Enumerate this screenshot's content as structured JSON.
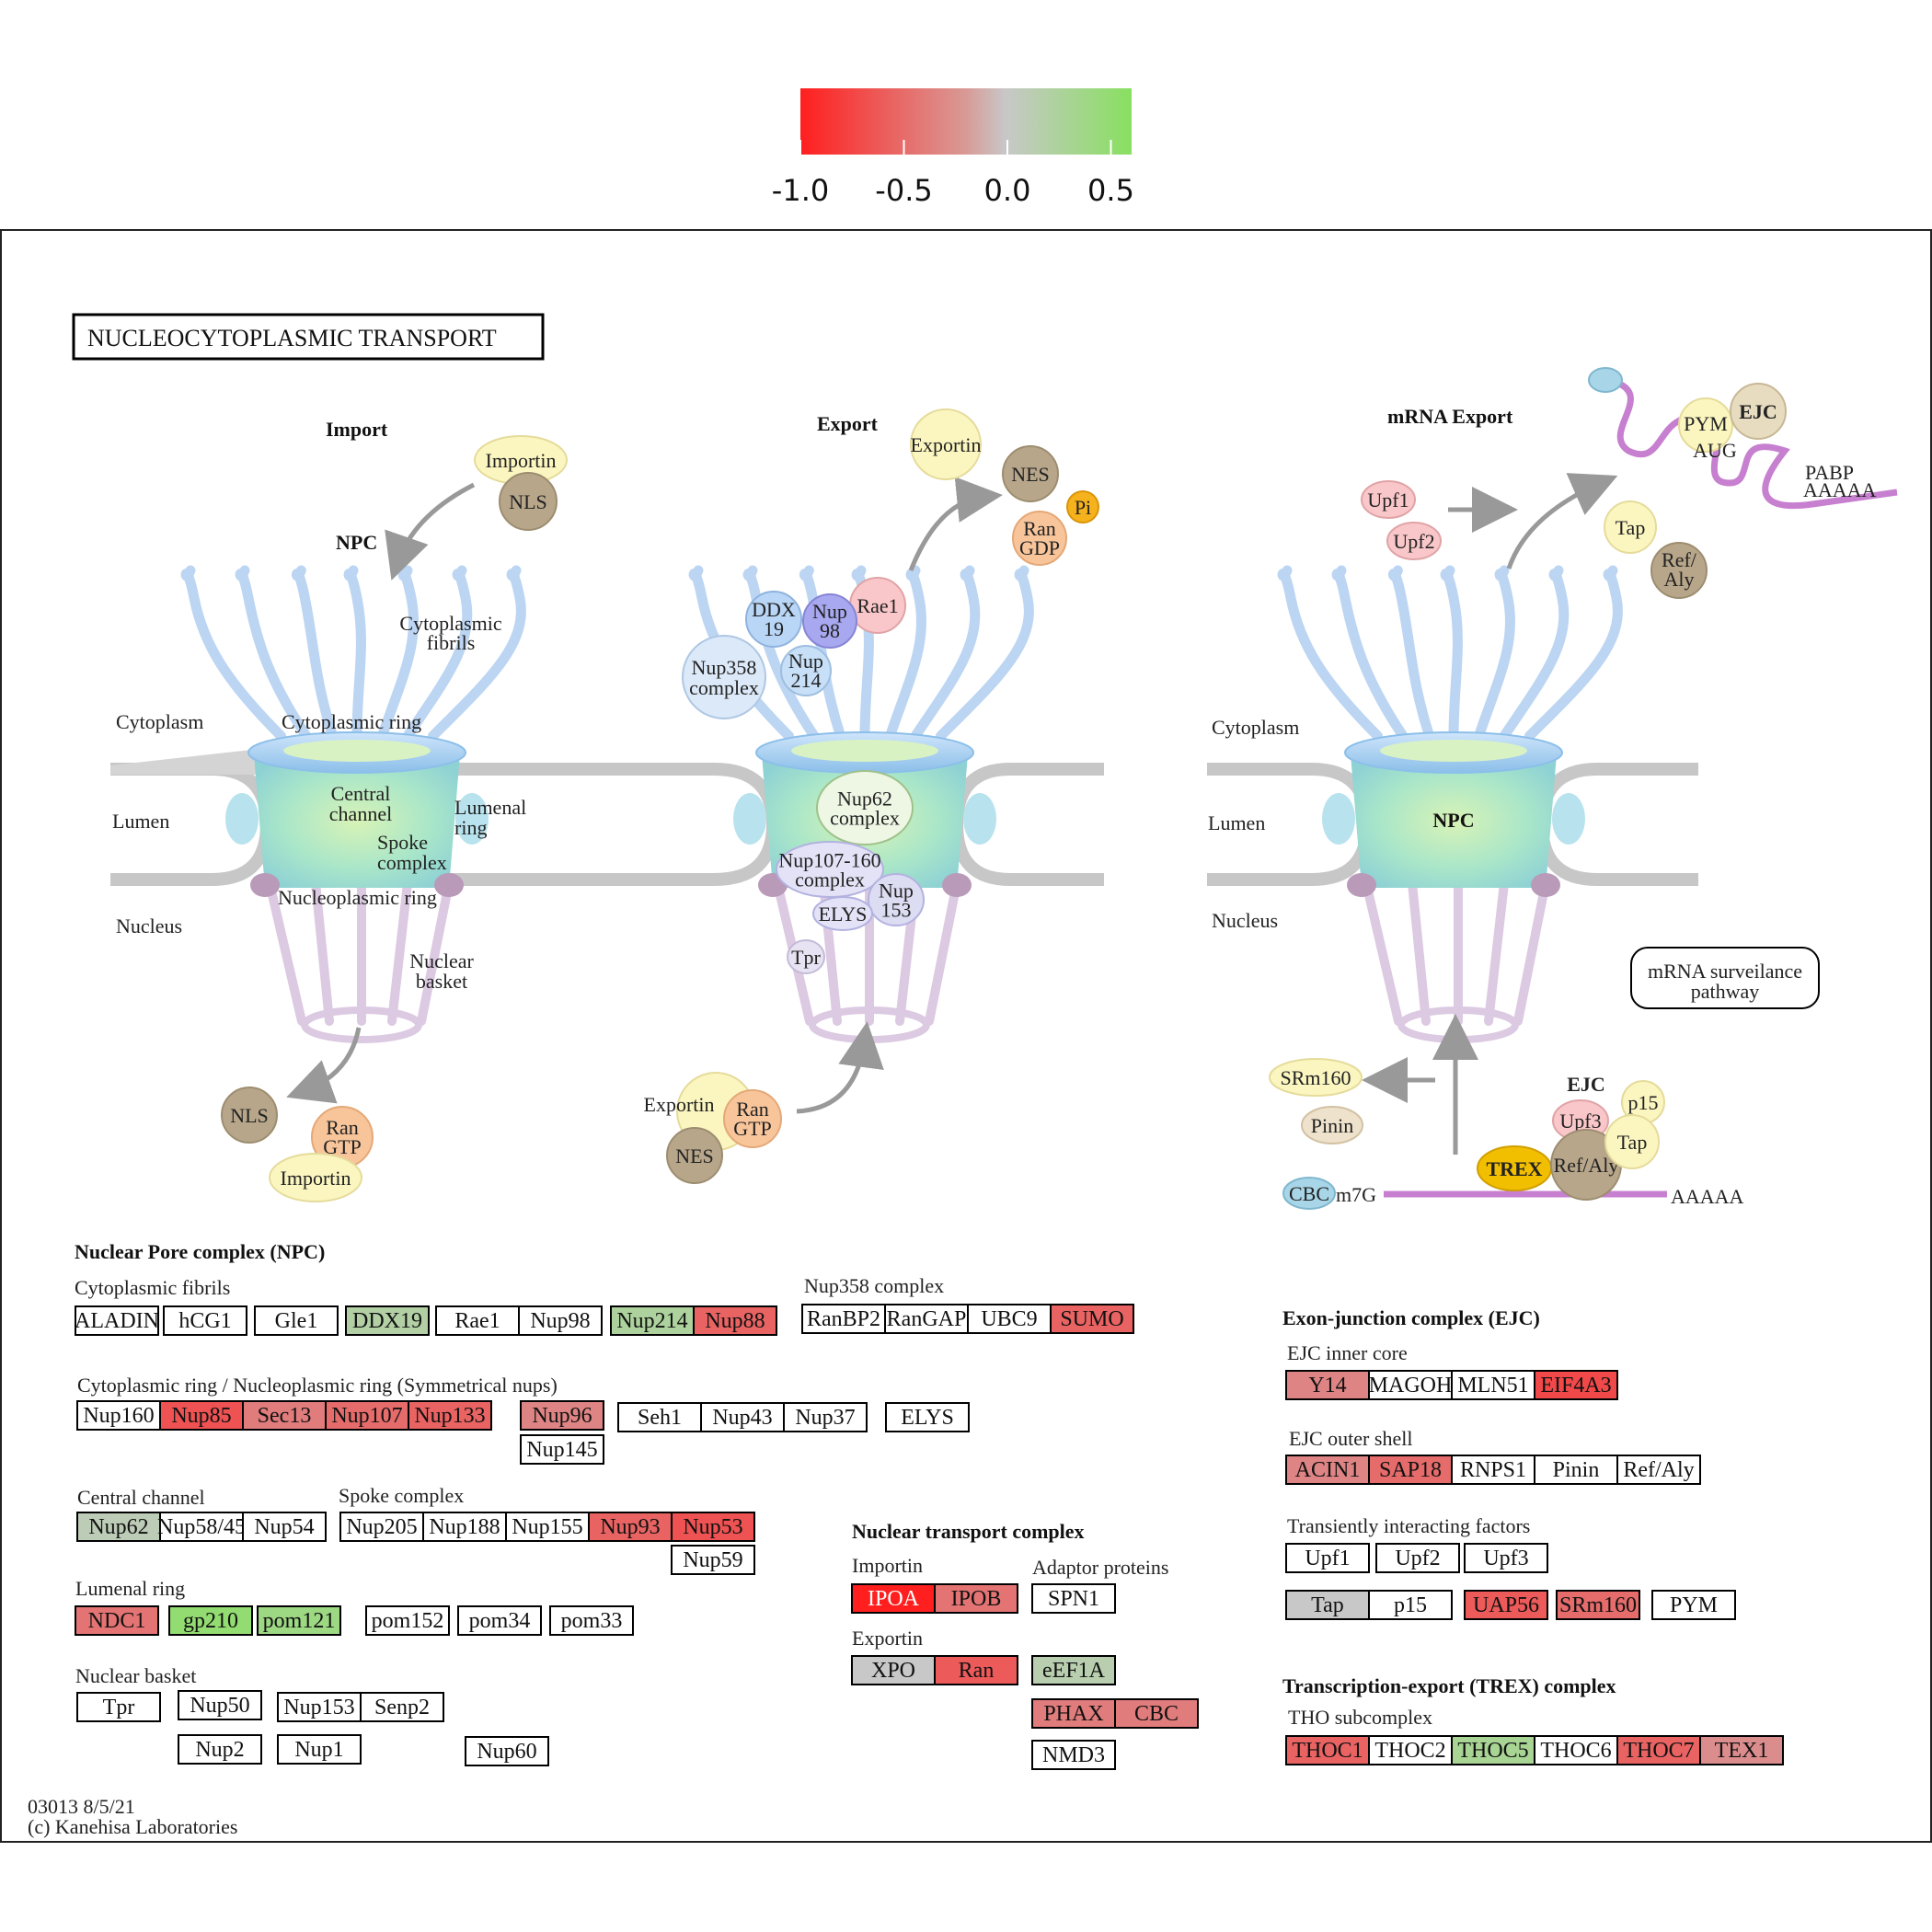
{
  "colors": {
    "neg": "#ff1f1f",
    "mid": "#c8c8c8",
    "pos": "#88e060",
    "box_border": "#000000",
    "white": "#ffffff",
    "membrane": "#c7c7c7",
    "fibril": "#b7cff0",
    "mrna": "#c77fd0",
    "arrow": "#999999"
  },
  "legend": {
    "min": -1.0,
    "max": 0.6,
    "ticks": [
      "-1.0",
      "-0.5",
      "0.0",
      "0.5"
    ]
  },
  "diagram": {
    "title": "NUCLEOCYTOPLASMIC  TRANSPORT",
    "footer_line1": "03013 8/5/21",
    "footer_line2": "(c) Kanehisa Laboratories",
    "panels": {
      "import_title": "Import",
      "export_title": "Export",
      "mrna_export_title": "mRNA Export",
      "npc_label": "NPC",
      "cytoplasmic_fibrils": [
        "Cytoplasmic",
        "fibrils"
      ],
      "cytoplasm": "Cytoplasm",
      "lumen": "Lumen",
      "nucleus": "Nucleus",
      "cytoplasmic_ring": "Cytoplasmic ring",
      "central_channel": [
        "Central",
        "channel"
      ],
      "lumenal_ring": [
        "Lumenal",
        "ring"
      ],
      "spoke_complex": [
        "Spoke",
        "complex"
      ],
      "nucleoplasmic_ring": "Nucleoplasmic ring",
      "nuclear_basket": [
        "Nuclear",
        "basket"
      ],
      "mrna_surveillance": [
        "mRNA surveilance",
        "pathway"
      ],
      "ejc_label": "EJC",
      "aaaaa": "AAAAA",
      "pabp": "PABP",
      "m7g": "m7G"
    },
    "nodes": {
      "importin": "Importin",
      "nls": "NLS",
      "exportin": "Exportin",
      "nes": "NES",
      "pi": "Pi",
      "ran_gdp": [
        "Ran",
        "GDP"
      ],
      "ran_gtp": [
        "Ran",
        "GTP"
      ],
      "ddx19": [
        "DDX",
        "19"
      ],
      "nup98": [
        "Nup",
        "98"
      ],
      "rae1": "Rae1",
      "nup358": [
        "Nup358",
        "complex"
      ],
      "nup214": [
        "Nup",
        "214"
      ],
      "nup62": [
        "Nup62",
        "complex"
      ],
      "nup107": [
        "Nup107-160",
        "complex"
      ],
      "nup153": [
        "Nup",
        "153"
      ],
      "elys": "ELYS",
      "tpr": "Tpr",
      "upf1": "Upf1",
      "upf2": "Upf2",
      "upf3": "Upf3",
      "tap": "Tap",
      "refaly": [
        "Ref/",
        "Aly"
      ],
      "refaly2": "Ref/Aly",
      "pym": "PYM",
      "aug": "AUG",
      "ejc": "EJC",
      "srm160": "SRm160",
      "pinin": "Pinin",
      "cbc": "CBC",
      "trex": "TREX",
      "p15": "p15"
    }
  },
  "gene_groups": {
    "npc_title": "Nuclear Pore complex (NPC)",
    "cyto_fibrils": {
      "label": "Cytoplasmic fibrils",
      "genes": [
        {
          "name": "ALADIN",
          "value": null
        },
        {
          "name": "hCG1",
          "value": null
        },
        {
          "name": "Gle1",
          "value": null
        },
        {
          "name": "DDX19",
          "value": 0.2
        },
        {
          "name": "Rae1",
          "value": null
        },
        {
          "name": "Nup98",
          "value": null
        },
        {
          "name": "Nup214",
          "value": 0.25
        },
        {
          "name": "Nup88",
          "value": -0.6
        }
      ]
    },
    "nup358": {
      "label": "Nup358 complex",
      "genes": [
        {
          "name": "RanBP2",
          "value": null
        },
        {
          "name": "RanGAP",
          "value": null
        },
        {
          "name": "UBC9",
          "value": null
        },
        {
          "name": "SUMO",
          "value": -0.6
        }
      ]
    },
    "rings": {
      "label": "Cytoplasmic ring / Nucleoplasmic ring (Symmetrical nups)",
      "genes": [
        {
          "name": "Nup160",
          "value": null
        },
        {
          "name": "Nup85",
          "value": -0.7
        },
        {
          "name": "Sec13",
          "value": -0.45
        },
        {
          "name": "Nup107",
          "value": -0.55
        },
        {
          "name": "Nup133",
          "value": -0.6
        },
        {
          "name": "Nup96",
          "value": -0.4
        },
        {
          "name": "Nup145",
          "value": null
        },
        {
          "name": "Seh1",
          "value": null
        },
        {
          "name": "Nup43",
          "value": null
        },
        {
          "name": "Nup37",
          "value": null
        },
        {
          "name": "ELYS",
          "value": null
        }
      ]
    },
    "central": {
      "label": "Central channel",
      "genes": [
        {
          "name": "Nup62",
          "value": 0.1
        },
        {
          "name": "Nup58/45",
          "value": null
        },
        {
          "name": "Nup54",
          "value": null
        }
      ]
    },
    "spoke": {
      "label": "Spoke complex",
      "genes": [
        {
          "name": "Nup205",
          "value": null
        },
        {
          "name": "Nup188",
          "value": null
        },
        {
          "name": "Nup155",
          "value": null
        },
        {
          "name": "Nup93",
          "value": -0.6
        },
        {
          "name": "Nup53",
          "value": -0.7
        },
        {
          "name": "Nup59",
          "value": null
        }
      ]
    },
    "lumenal": {
      "label": "Lumenal ring",
      "genes": [
        {
          "name": "NDC1",
          "value": -0.5
        },
        {
          "name": "gp210",
          "value": 0.5
        },
        {
          "name": "pom121",
          "value": 0.4
        },
        {
          "name": "pom152",
          "value": null
        },
        {
          "name": "pom34",
          "value": null
        },
        {
          "name": "pom33",
          "value": null
        }
      ]
    },
    "basket": {
      "label": "Nuclear basket",
      "genes": [
        {
          "name": "Tpr",
          "value": null
        },
        {
          "name": "Nup50",
          "value": null
        },
        {
          "name": "Nup153",
          "value": null
        },
        {
          "name": "Senp2",
          "value": null
        },
        {
          "name": "Nup2",
          "value": null
        },
        {
          "name": "Nup1",
          "value": null
        },
        {
          "name": "Nup60",
          "value": null
        }
      ]
    },
    "ntc_title": "Nuclear transport complex",
    "importin": {
      "label": "Importin",
      "genes": [
        {
          "name": "IPOA",
          "value": -1.0
        },
        {
          "name": "IPOB",
          "value": -0.5
        }
      ]
    },
    "adaptor": {
      "label": "Adaptor proteins",
      "genes": [
        {
          "name": "SPN1",
          "value": null
        }
      ]
    },
    "exportin": {
      "label": "Exportin",
      "genes": [
        {
          "name": "XPO",
          "value": 0.0
        },
        {
          "name": "Ran",
          "value": -0.65
        },
        {
          "name": "eEF1A",
          "value": 0.15
        },
        {
          "name": "PHAX",
          "value": -0.45
        },
        {
          "name": "CBC",
          "value": -0.45
        },
        {
          "name": "NMD3",
          "value": null
        }
      ]
    },
    "ejc_title": "Exon-junction complex (EJC)",
    "ejc_inner": {
      "label": "EJC inner core",
      "genes": [
        {
          "name": "Y14",
          "value": -0.4
        },
        {
          "name": "MAGOH",
          "value": null
        },
        {
          "name": "MLN51",
          "value": null
        },
        {
          "name": "EIF4A3",
          "value": -0.75
        }
      ]
    },
    "ejc_outer": {
      "label": "EJC outer shell",
      "genes": [
        {
          "name": "ACIN1",
          "value": -0.4
        },
        {
          "name": "SAP18",
          "value": -0.55
        },
        {
          "name": "RNPS1",
          "value": null
        },
        {
          "name": "Pinin",
          "value": null
        },
        {
          "name": "Ref/Aly",
          "value": null
        }
      ]
    },
    "transient": {
      "label": "Transiently interacting factors",
      "genes": [
        {
          "name": "Upf1",
          "value": null
        },
        {
          "name": "Upf2",
          "value": null
        },
        {
          "name": "Upf3",
          "value": null
        },
        {
          "name": "Tap",
          "value": 0.0
        },
        {
          "name": "p15",
          "value": null
        },
        {
          "name": "UAP56",
          "value": -0.65
        },
        {
          "name": "SRm160",
          "value": -0.55
        },
        {
          "name": "PYM",
          "value": null
        }
      ]
    },
    "trex_title": "Transcription-export (TREX) complex",
    "tho": {
      "label": "THO subcomplex",
      "genes": [
        {
          "name": "THOC1",
          "value": -0.6
        },
        {
          "name": "THOC2",
          "value": null
        },
        {
          "name": "THOC5",
          "value": 0.3
        },
        {
          "name": "THOC6",
          "value": null
        },
        {
          "name": "THOC7",
          "value": -0.6
        },
        {
          "name": "TEX1",
          "value": -0.35
        }
      ]
    }
  }
}
